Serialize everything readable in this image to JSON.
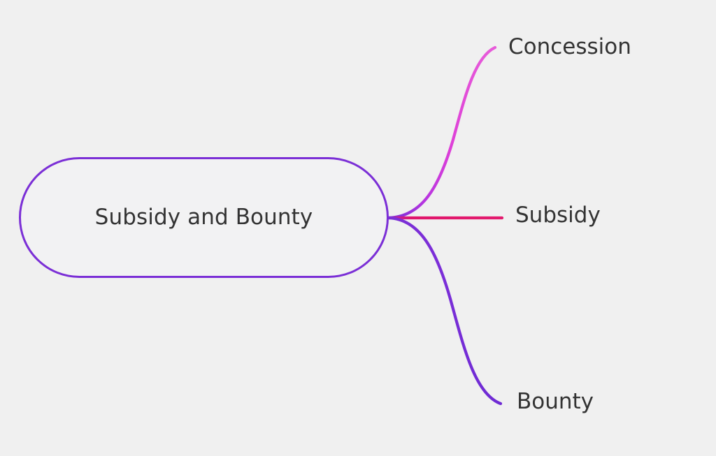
{
  "diagram": {
    "type": "mind-map",
    "background_color": "#f0f0f0",
    "text_color": "#333333",
    "root": {
      "label": "Subsidy and Bounty",
      "border_color": "#7b2fd6",
      "fill_color": "#f2f2f3",
      "shape": "rounded-rectangle"
    },
    "branches": [
      {
        "label": "Concession",
        "color": "#e040d0",
        "direction": "up-right",
        "shape": "s-curve"
      },
      {
        "label": "Subsidy",
        "color": "#e0156b",
        "direction": "right",
        "shape": "straight"
      },
      {
        "label": "Bounty",
        "color": "#7b2fd6",
        "direction": "down-right",
        "shape": "s-curve"
      }
    ]
  }
}
